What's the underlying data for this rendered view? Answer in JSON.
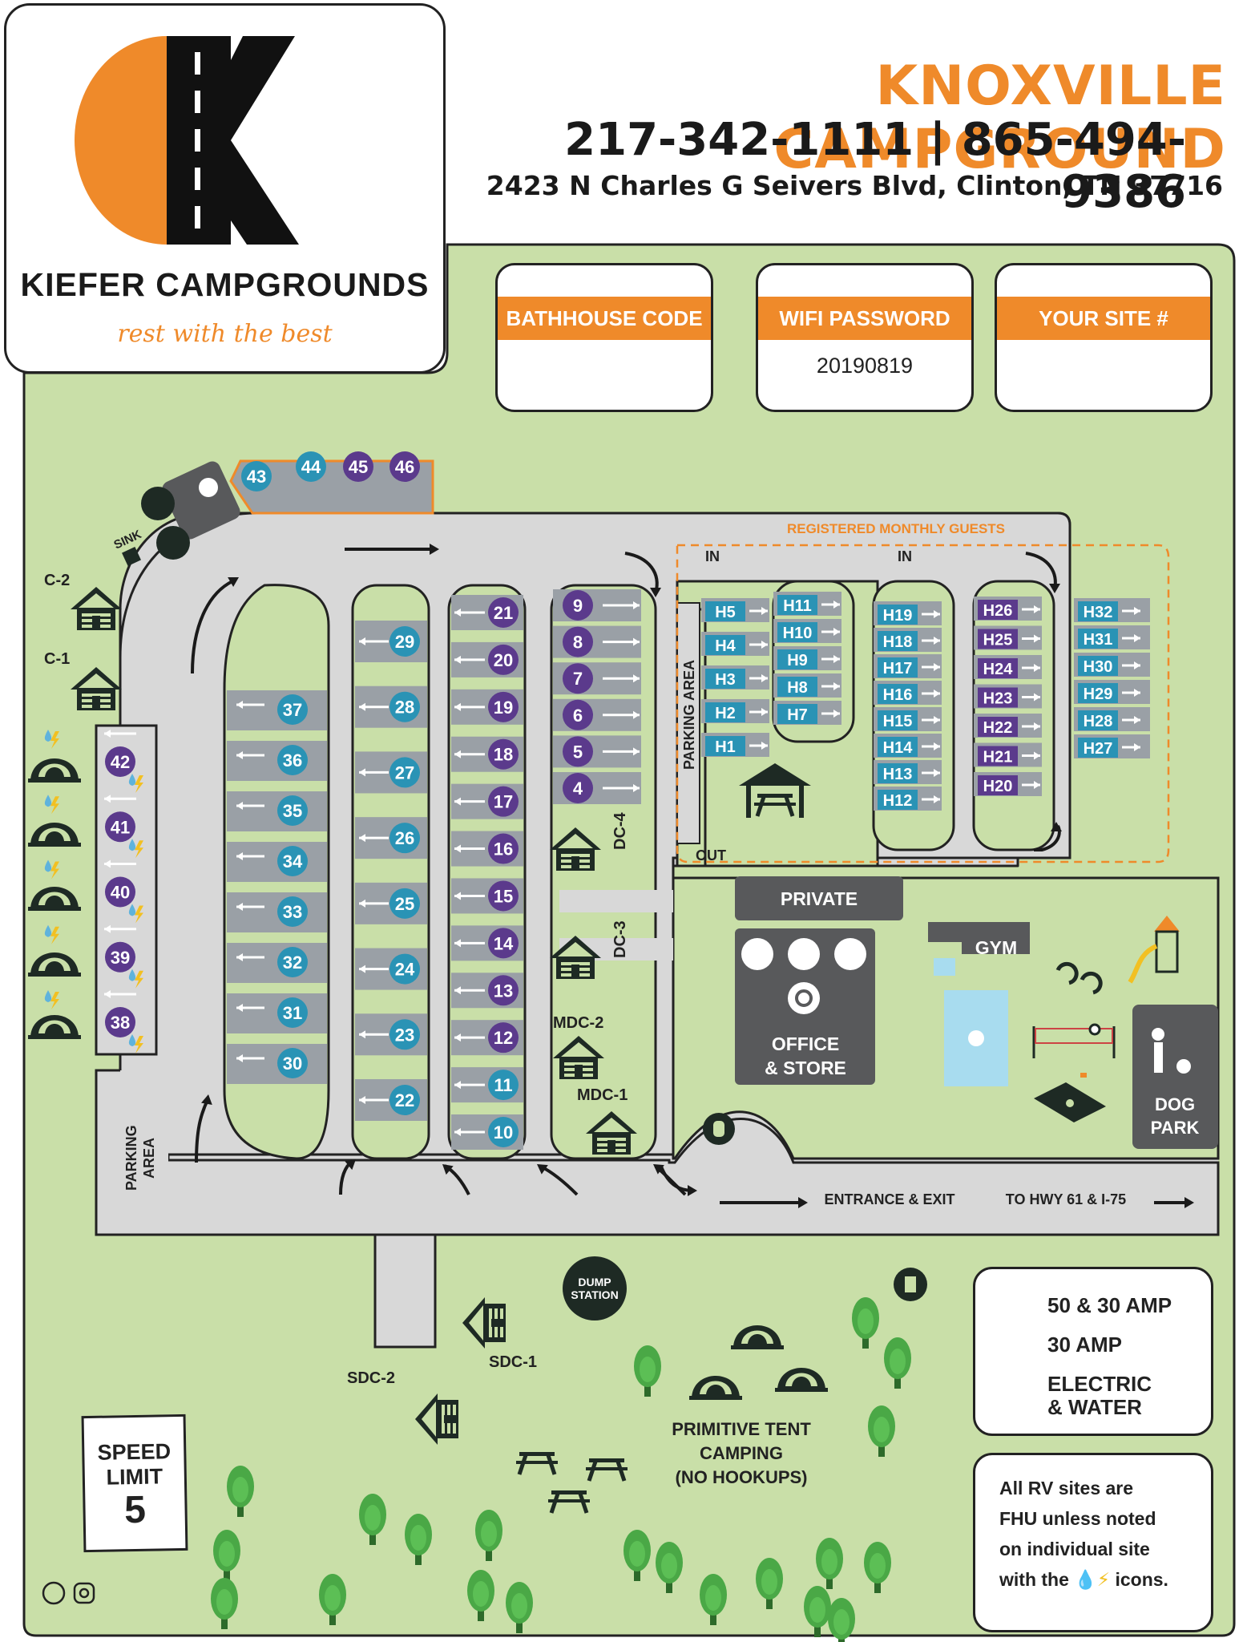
{
  "header": {
    "brand_name": "KIEFER CAMPGROUNDS",
    "tagline": "rest with the best",
    "title": "KNOXVILLE CAMPGROUND",
    "phones": "217-342-1111 | 865-494-9386",
    "address": "2423 N Charles G Seivers Blvd, Clinton, TN 37716"
  },
  "info_cards": [
    {
      "label": "BATHHOUSE CODE",
      "value": ""
    },
    {
      "label": "WIFI PASSWORD",
      "value": "20190819"
    },
    {
      "label": "YOUR SITE #",
      "value": ""
    }
  ],
  "colors": {
    "orange": "#ef8a2a",
    "grass": "#c9dfa8",
    "road": "#d8d8d8",
    "dark": "#222222",
    "amp50": "#2a93b5",
    "amp30": "#5b3a8c",
    "pad": "#9aa0a6",
    "building": "#58595b",
    "pool": "#a8dcef",
    "tree": "#4aa846"
  },
  "sites": {
    "amp50": [
      "43",
      "44",
      "37",
      "36",
      "35",
      "34",
      "33",
      "32",
      "31",
      "30",
      "29",
      "28",
      "27",
      "26",
      "25",
      "24",
      "23",
      "22",
      "11",
      "10"
    ],
    "amp30": [
      "45",
      "46",
      "42",
      "41",
      "40",
      "39",
      "38",
      "21",
      "20",
      "19",
      "18",
      "17",
      "16",
      "15",
      "14",
      "13",
      "12",
      "9",
      "8",
      "7",
      "6",
      "5",
      "4"
    ],
    "h_amp50": [
      "H5",
      "H4",
      "H3",
      "H2",
      "H1",
      "H11",
      "H10",
      "H9",
      "H8",
      "H7",
      "H19",
      "H18",
      "H17",
      "H16",
      "H15",
      "H14",
      "H13",
      "H12",
      "H32",
      "H31",
      "H30",
      "H29",
      "H28",
      "H27"
    ],
    "h_amp30": [
      "H26",
      "H25",
      "H24",
      "H23",
      "H22",
      "H21",
      "H20"
    ],
    "electric_water_sites": [
      "42",
      "41",
      "40",
      "39",
      "38"
    ]
  },
  "labels": {
    "registered": "REGISTERED MONTHLY GUESTS",
    "in1": "IN",
    "in2": "IN",
    "out": "OUT",
    "parking_right": "PARKING AREA",
    "parking_left_1": "PARKING",
    "parking_left_2": "AREA",
    "private": "PRIVATE",
    "office_1": "OFFICE",
    "office_2": "& STORE",
    "gym": "GYM",
    "dog_1": "DOG",
    "dog_2": "PARK",
    "entrance": "ENTRANCE & EXIT",
    "hwy": "TO HWY 61 & I-75",
    "dump_1": "DUMP",
    "dump_2": "STATION",
    "sink": "SINK",
    "c2": "C-2",
    "c1": "C-1",
    "dc4": "DC-4",
    "dc3": "DC-3",
    "mdc2": "MDC-2",
    "mdc1": "MDC-1",
    "sdc1": "SDC-1",
    "sdc2": "SDC-2",
    "tent_1": "PRIMITIVE TENT",
    "tent_2": "CAMPING",
    "tent_3": "(NO HOOKUPS)"
  },
  "legend": {
    "amp50": "50 & 30 AMP",
    "amp30": "30 AMP",
    "ew_1": "ELECTRIC",
    "ew_2": "& WATER"
  },
  "note": [
    "All RV sites are",
    "FHU unless noted",
    "on individual site",
    "with the",
    "icons."
  ],
  "speed": {
    "line1": "SPEED",
    "line2": "LIMIT",
    "value": "5"
  },
  "icons": [
    "orange-half-circle-logo",
    "road-k-logo",
    "women-restroom-icon",
    "men-restroom-icon",
    "shower-icon",
    "laundry-icon",
    "sink-icon",
    "cabin-icon",
    "tent-icon",
    "picnic-table-icon",
    "pavilion-icon",
    "propane-icon",
    "trash-icon",
    "swimming-icon",
    "volleyball-net-icon",
    "cornhole-icon",
    "horseshoe-icon",
    "playground-icon",
    "dog-walker-icon",
    "tree-icon",
    "water-drop-icon",
    "lightning-icon",
    "facebook-icon",
    "instagram-icon"
  ]
}
